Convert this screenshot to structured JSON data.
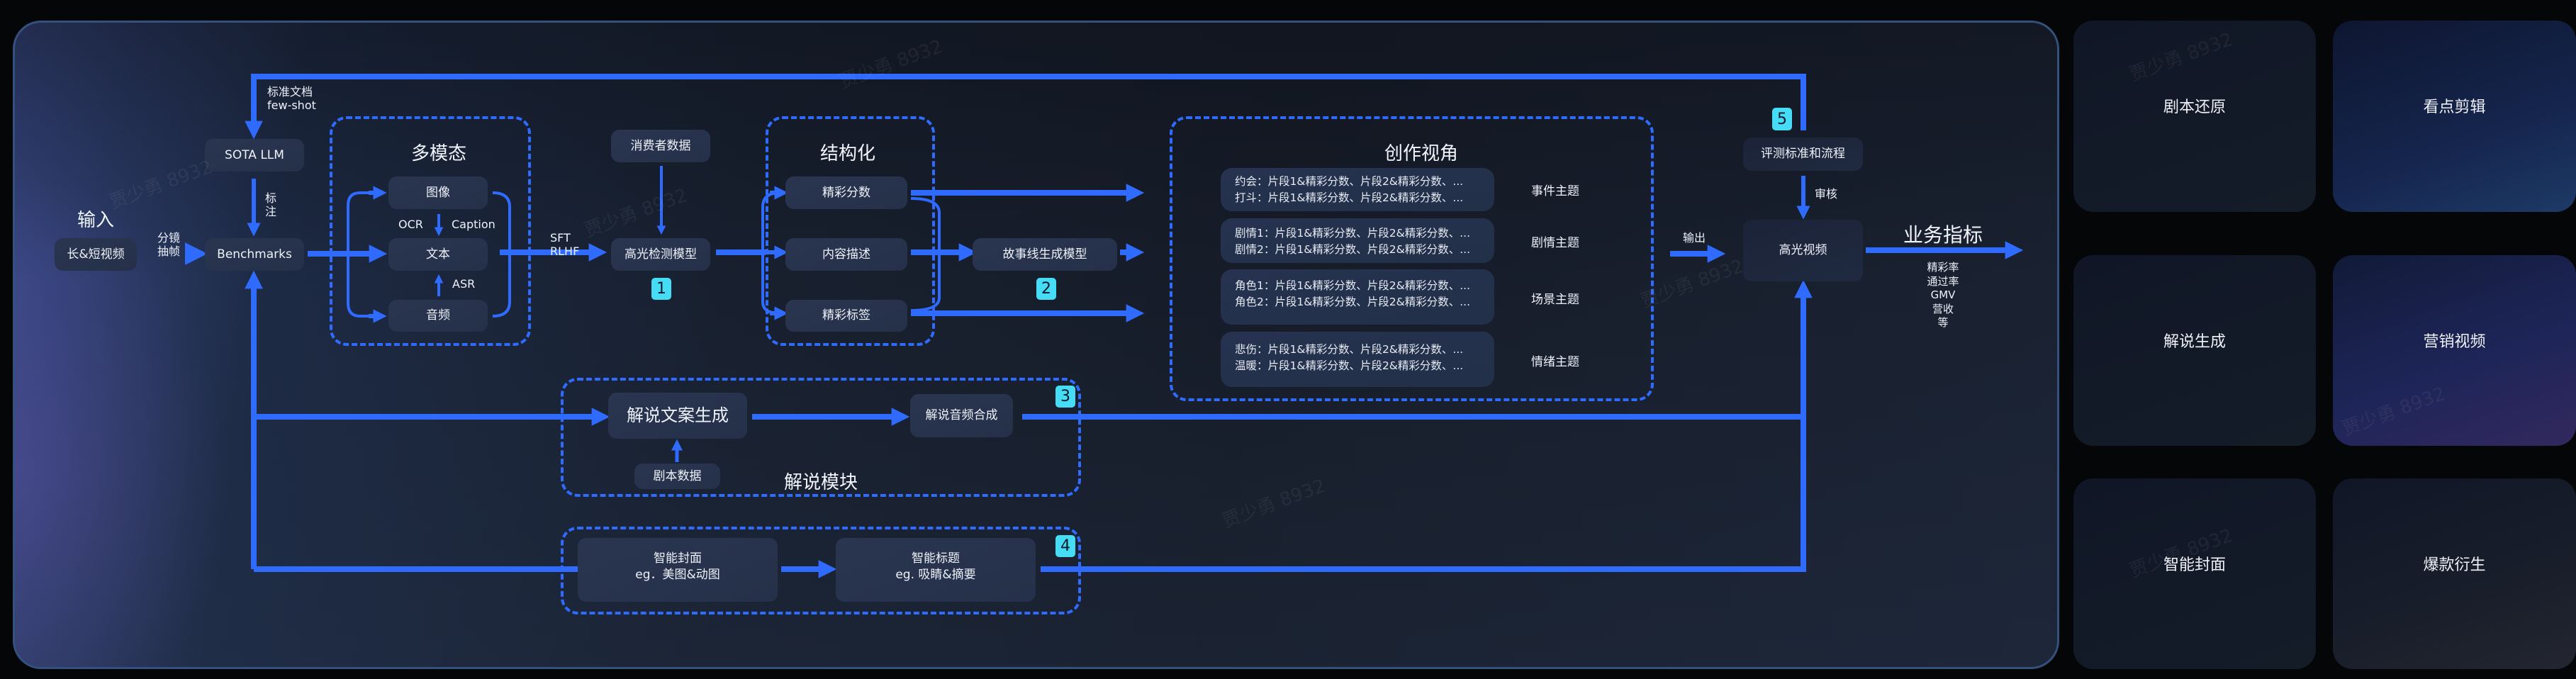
{
  "watermark": "贾少勇 8932",
  "colors": {
    "flow": "#2f6bff",
    "badge": "#46dcf5"
  },
  "input": {
    "title": "输入",
    "video": "长&短视频",
    "split_label": [
      "分镜",
      "抽帧"
    ]
  },
  "llm": {
    "feedback_label": [
      "标准文档",
      "few-shot"
    ],
    "sota": "SOTA LLM",
    "annotate_label": [
      "标",
      "注"
    ],
    "benchmarks": "Benchmarks"
  },
  "multimodal": {
    "title": "多模态",
    "image": "图像",
    "text": "文本",
    "audio": "音频",
    "ocr": "OCR",
    "caption": "Caption",
    "asr": "ASR"
  },
  "training": {
    "labels": [
      "SFT",
      "RLHF"
    ],
    "consumer_data": "消费者数据",
    "highlight_model": "高光检测模型",
    "badge": "1"
  },
  "structured": {
    "title": "结构化",
    "items": [
      "精彩分数",
      "内容描述",
      "精彩标签"
    ]
  },
  "storyline": {
    "model": "故事线生成模型",
    "badge": "2"
  },
  "creative": {
    "title": "创作视角",
    "rows": [
      {
        "lines": [
          "约会：片段1&精彩分数、片段2&精彩分数、...",
          "打斗：片段1&精彩分数、片段2&精彩分数、..."
        ],
        "theme": "事件主题"
      },
      {
        "lines": [
          "剧情1：片段1&精彩分数、片段2&精彩分数、...",
          "剧情2：片段1&精彩分数、片段2&精彩分数、..."
        ],
        "theme": "剧情主题"
      },
      {
        "lines": [
          "角色1：片段1&精彩分数、片段2&精彩分数、...",
          "角色2：片段1&精彩分数、片段2&精彩分数、..."
        ],
        "theme": "场景主题"
      },
      {
        "lines": [
          "悲伤：片段1&精彩分数、片段2&精彩分数、...",
          "温暖：片段1&精彩分数、片段2&精彩分数、..."
        ],
        "theme": "情绪主题"
      }
    ]
  },
  "output": {
    "label": "输出",
    "eval": "评测标准和流程",
    "eval_badge": "5",
    "review": "审核",
    "highlight_video": "高光视频"
  },
  "metrics": {
    "title": "业务指标",
    "items": [
      "精彩率",
      "通过率",
      "GMV",
      "营收",
      "等"
    ]
  },
  "narration": {
    "title": "解说模块",
    "copy": "解说文案生成",
    "audio": "解说音频合成",
    "script_data": "剧本数据",
    "badge": "3"
  },
  "smart": {
    "cover": [
      "智能封面",
      "eg．美图&动图"
    ],
    "headline": [
      "智能标题",
      "eg. 吸睛&摘要"
    ],
    "badge": "4"
  },
  "applications": [
    "剧本还原",
    "看点剪辑",
    "解说生成",
    "营销视频",
    "智能封面",
    "爆款衍生"
  ]
}
